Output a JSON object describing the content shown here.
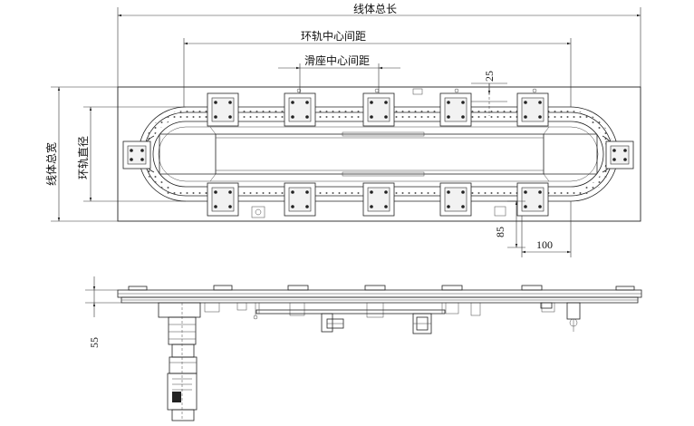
{
  "labels": {
    "line_total_length": "线体总长",
    "ring_center_distance": "环轨中心间距",
    "slider_center_distance": "滑座中心间距",
    "line_total_width": "线体总宽",
    "ring_diameter": "环轨直径"
  },
  "dimensions": {
    "d25": "25",
    "d85": "85",
    "d100": "100",
    "d55": "55"
  }
}
